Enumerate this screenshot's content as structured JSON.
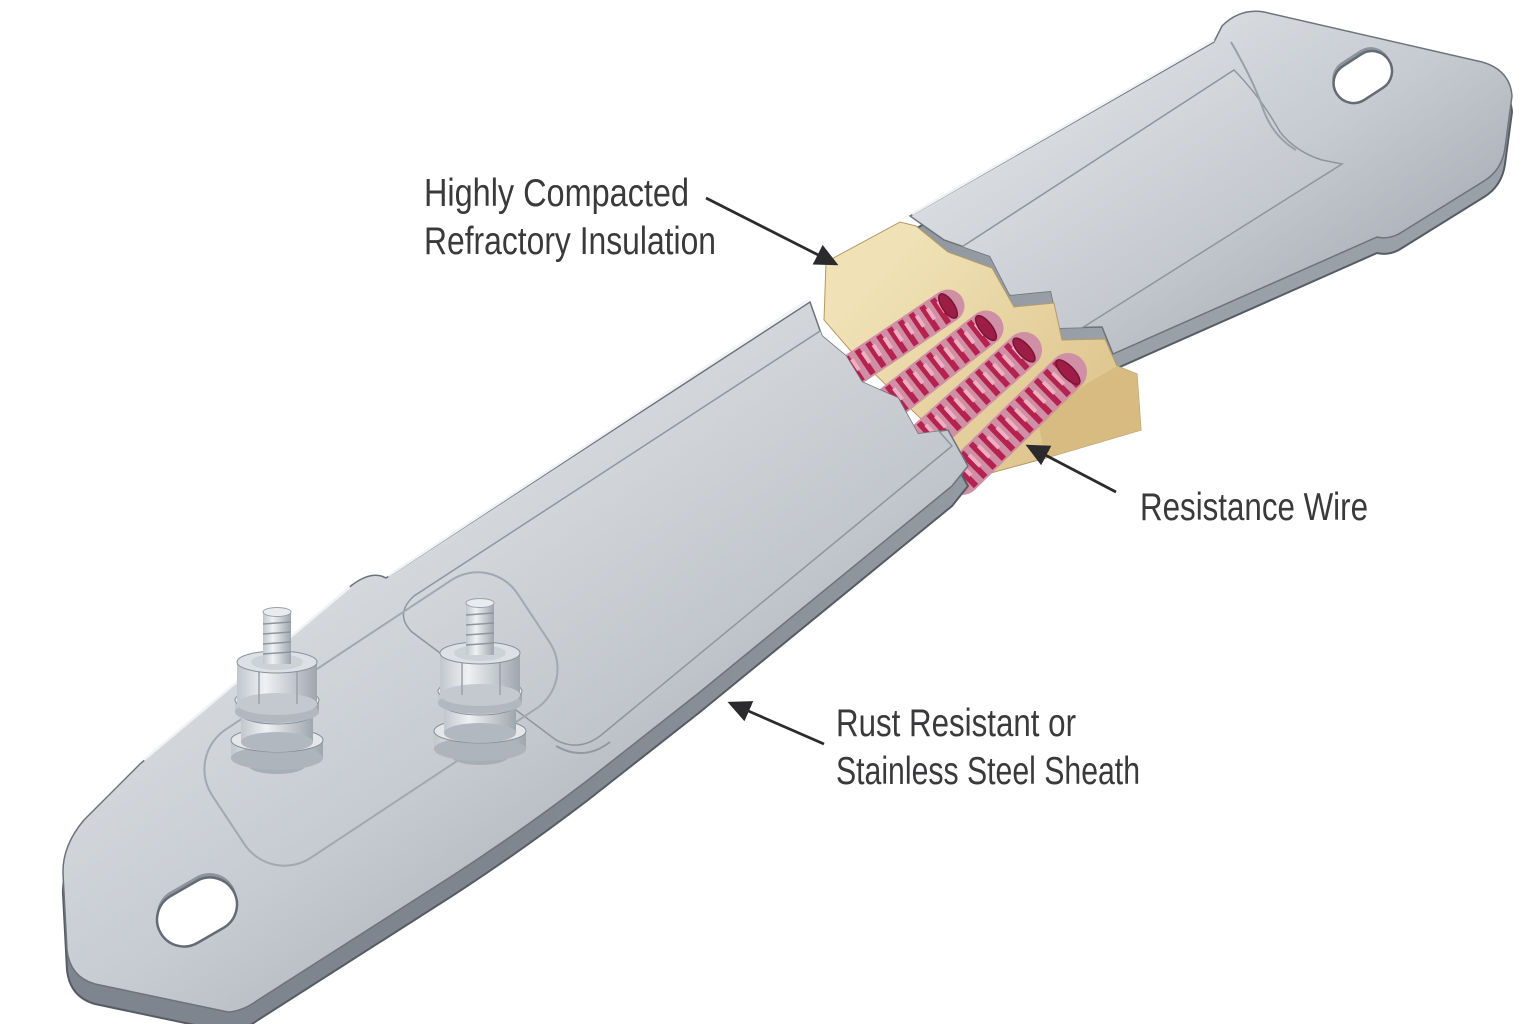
{
  "figure": {
    "subject": "strip-heater-cutaway-diagram",
    "background": "#ffffff",
    "parts": [
      "stainless-steel-sheath-upper-segment",
      "highly-compacted-refractory-insulation",
      "resistance-wire-coils",
      "stainless-steel-sheath-lower-segment",
      "terminal-studs",
      "mounting-holes"
    ]
  },
  "labels": {
    "insulation_line1": "Highly Compacted",
    "insulation_line2": "Refractory Insulation",
    "resistance_wire": "Resistance Wire",
    "sheath_line1": "Rust Resistant or",
    "sheath_line2": "Stainless Steel Sheath"
  },
  "colors": {
    "background": "#ffffff",
    "sheath_metal_light": "#d8dbdf",
    "sheath_metal_dark": "#aeb4bb",
    "sheath_side": "#848b94",
    "sheath_edge": "#5d636b",
    "insulation_top": "#eedfb0",
    "insulation_front": "#d8bb80",
    "wire_pink": "#cf8fa5",
    "wire_red": "#b5224f",
    "wire_highlight": "#efaec2",
    "wire_end": "#9e1d46",
    "label_text": "#3a3a3c",
    "arrow": "#2b2b2d"
  }
}
